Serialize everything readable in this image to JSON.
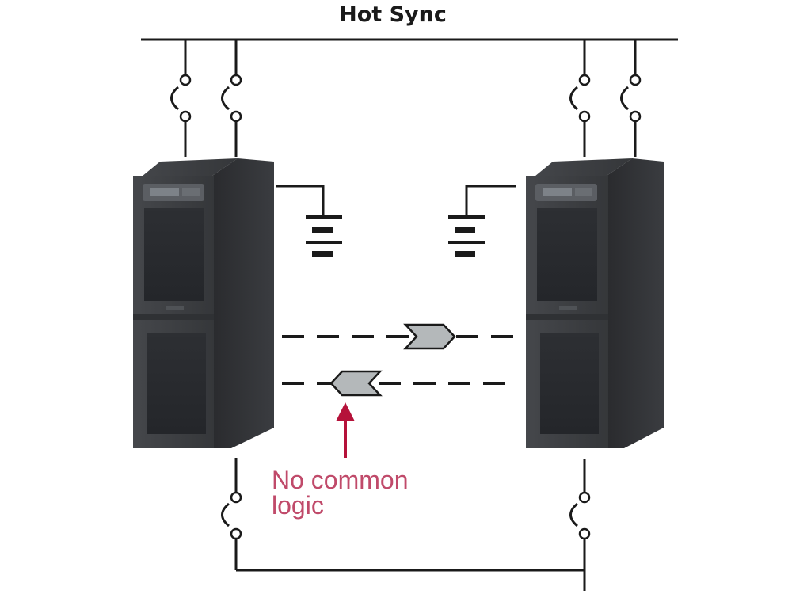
{
  "diagram": {
    "title": "Hot Sync",
    "annotation": {
      "line1": "No common",
      "line2": "logic",
      "color": "#b5123a",
      "text_color": "#c04a6a"
    },
    "ups_body_color": "#3c3e42",
    "connector_color": "#b4b8ba",
    "line_color": "#1a1a1a"
  }
}
